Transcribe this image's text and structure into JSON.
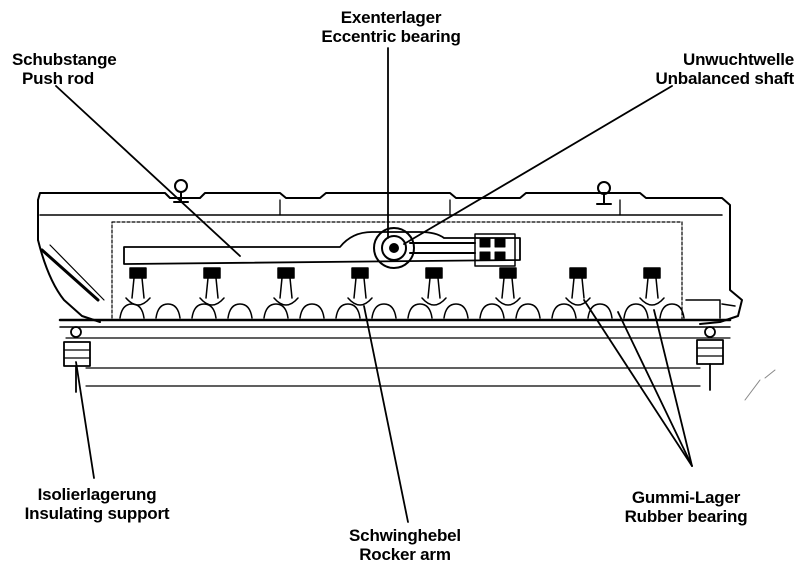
{
  "labels": {
    "eccentric_bearing": {
      "de": "Exenterlager",
      "en": "Eccentric bearing"
    },
    "push_rod": {
      "de": "Schubstange",
      "en": "Push rod"
    },
    "unbalanced_shaft": {
      "de": "Unwuchtwelle",
      "en": "Unbalanced shaft"
    },
    "insulating_support": {
      "de": "Isolierlagerung",
      "en": "Insulating support"
    },
    "rocker_arm": {
      "de": "Schwinghebel",
      "en": "Rocker arm"
    },
    "rubber_bearing": {
      "de": "Gummi-Lager",
      "en": "Rubber bearing"
    }
  },
  "colors": {
    "ink": "#000000",
    "background": "#ffffff"
  }
}
